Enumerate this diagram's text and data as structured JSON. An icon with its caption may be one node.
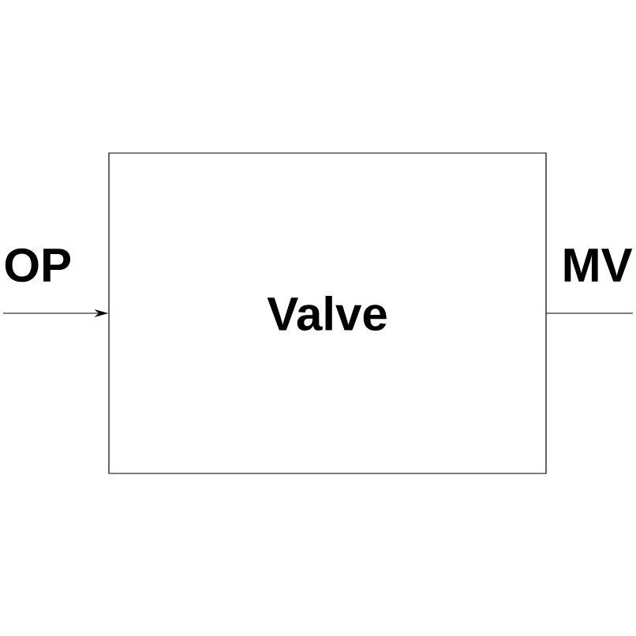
{
  "diagram": {
    "nodes": [
      {
        "text": [
          "OP"
        ]
      },
      {
        "text": [
          "Valve"
        ]
      },
      {
        "text": [
          "MV"
        ]
      }
    ],
    "edges": [
      {
        "from": 0,
        "to": 1,
        "arrow": "to"
      },
      {
        "from": 1,
        "to": 2,
        "arrow": "none"
      }
    ]
  }
}
